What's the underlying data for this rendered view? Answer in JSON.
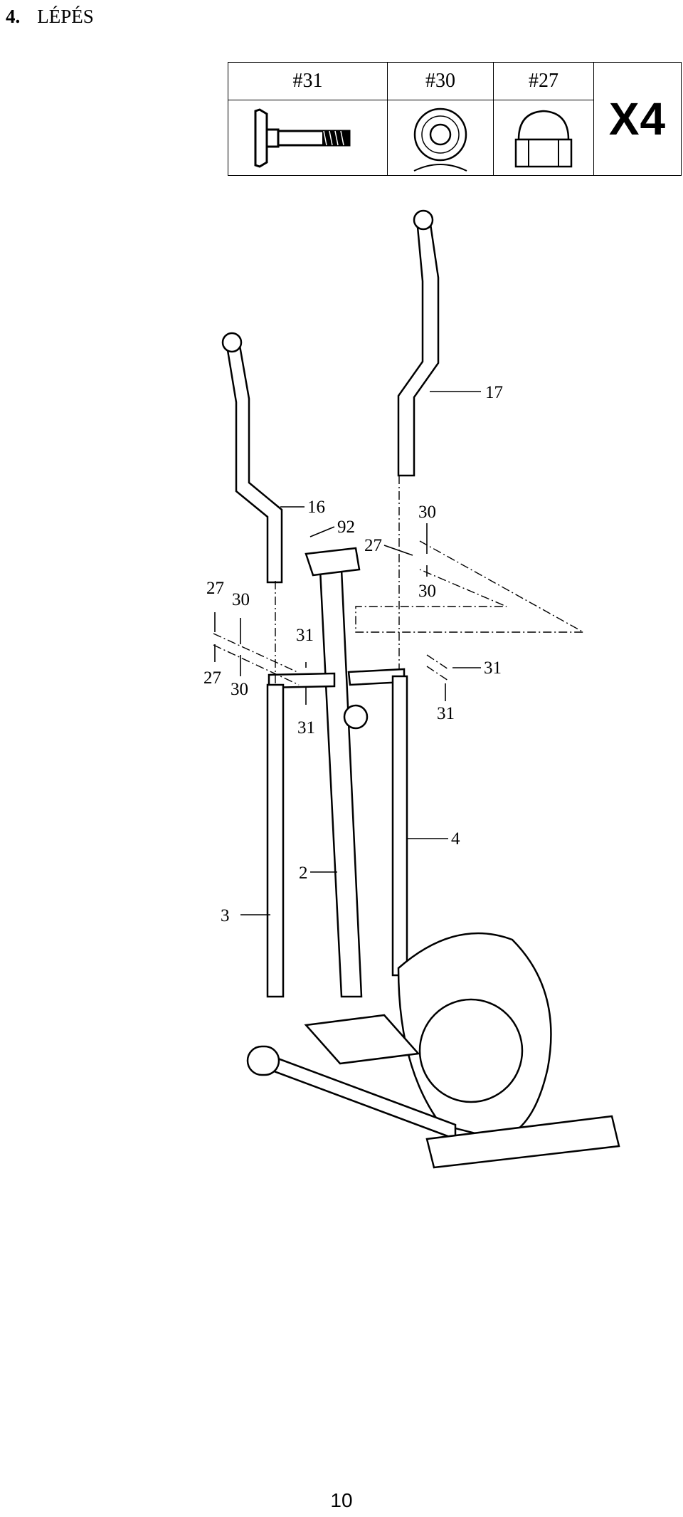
{
  "step": {
    "number": "4.",
    "title": "LÉPÉS"
  },
  "parts": [
    {
      "code": "#31",
      "icon": "carriage-bolt-icon"
    },
    {
      "code": "#30",
      "icon": "washer-icon"
    },
    {
      "code": "#27",
      "icon": "cap-nut-icon"
    }
  ],
  "quantity": "X4",
  "diagram_labels": {
    "p17": "17",
    "p16": "16",
    "p92": "92",
    "p27a": "27",
    "p30a": "30",
    "p30b": "30",
    "p27b": "27",
    "p30c": "30",
    "p31a": "31",
    "p27c": "27",
    "p30d": "30",
    "p31b": "31",
    "p31c": "31",
    "p31d": "31",
    "p4": "4",
    "p2": "2",
    "p3": "3"
  },
  "page_number": "10"
}
